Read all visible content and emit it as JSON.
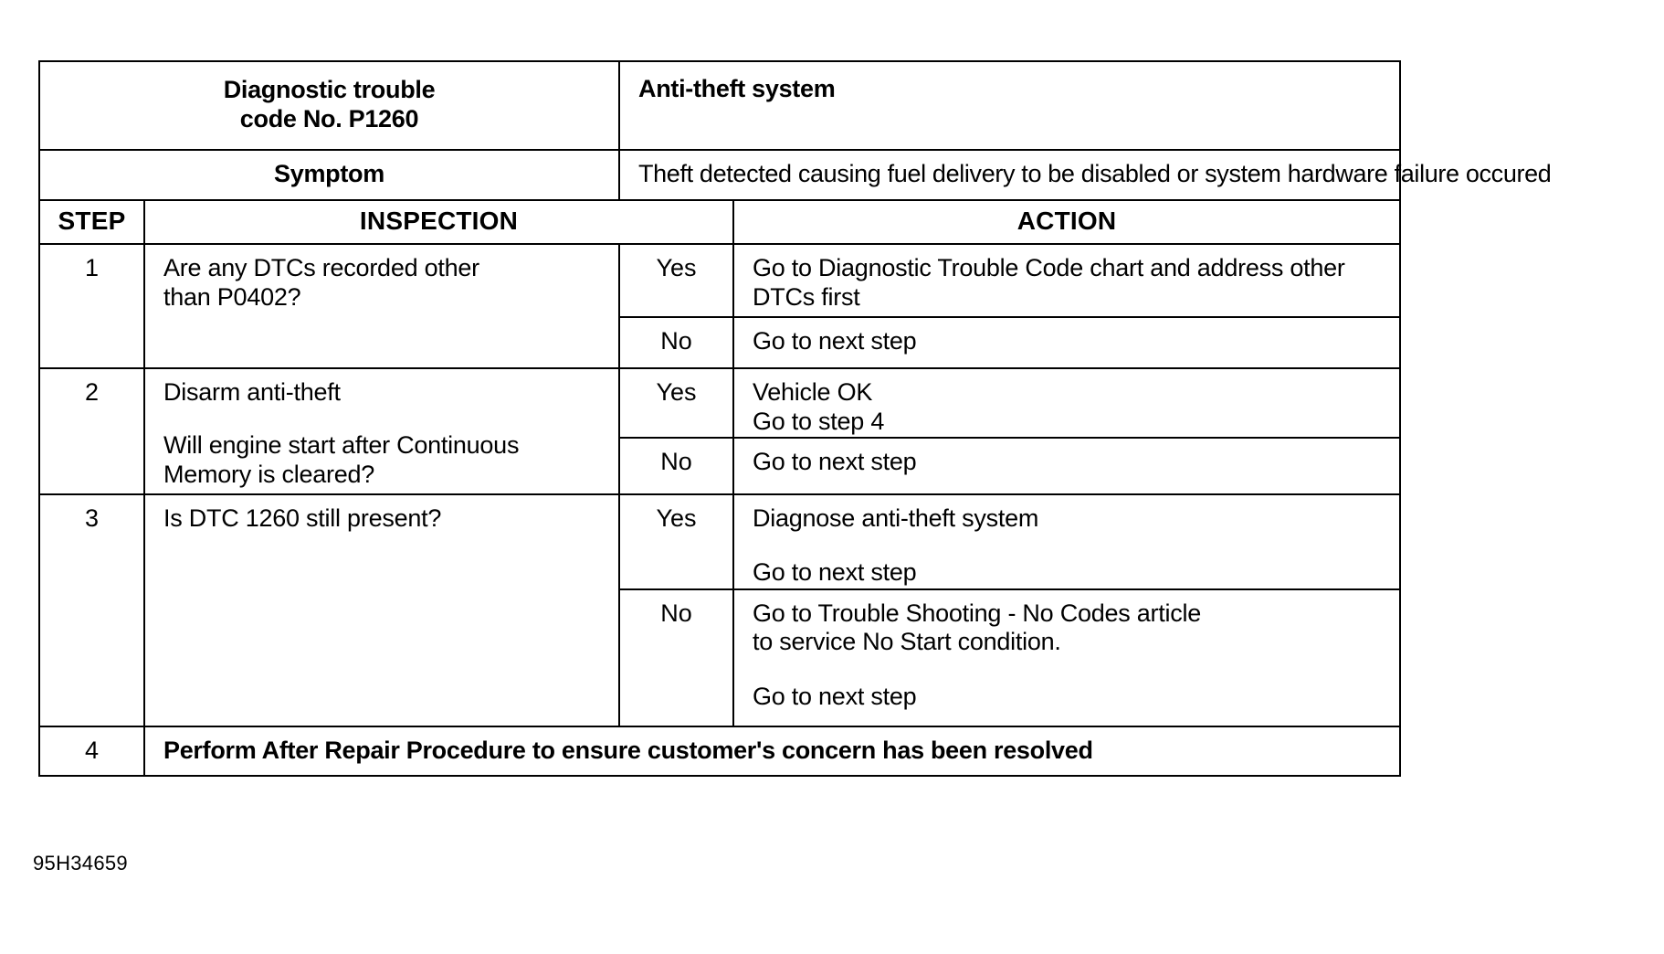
{
  "document": {
    "header": {
      "code_label": "Diagnostic trouble\ncode No. P1260",
      "code_label_line1": "Diagnostic trouble",
      "code_label_line2": "code No. P1260",
      "system": "Anti-theft system",
      "symptom_label": "Symptom",
      "symptom_text": "Theft detected causing fuel delivery to be disabled or system hardware failure occured"
    },
    "columns": {
      "step": "STEP",
      "inspection": "INSPECTION",
      "action": "ACTION"
    },
    "rows": [
      {
        "step": "1",
        "inspection_line1": "Are any DTCs recorded other",
        "inspection_line2": "than P0402?",
        "branches": [
          {
            "answer": "Yes",
            "action_line1": "Go to Diagnostic Trouble Code chart and address other",
            "action_line2": "DTCs first",
            "action_line3": ""
          },
          {
            "answer": "No",
            "action_line1": "Go to next step",
            "action_line2": "",
            "action_line3": ""
          }
        ]
      },
      {
        "step": "2",
        "inspection_line1": "Disarm anti-theft",
        "inspection_line2": "Will engine start after Continuous",
        "inspection_line3": "Memory is cleared?",
        "branches": [
          {
            "answer": "Yes",
            "action_line1": "Vehicle OK",
            "action_line2": "Go to step 4",
            "action_line3": ""
          },
          {
            "answer": "No",
            "action_line1": "Go to next step",
            "action_line2": "",
            "action_line3": ""
          }
        ]
      },
      {
        "step": "3",
        "inspection_line1": "Is DTC 1260 still present?",
        "inspection_line2": "",
        "branches": [
          {
            "answer": "Yes",
            "action_line1": "Diagnose anti-theft system",
            "action_line2": "",
            "action_line3": "Go to next step"
          },
          {
            "answer": "No",
            "action_line1": "Go to Trouble Shooting - No Codes article",
            "action_line2": "to service No Start condition.",
            "action_line3": "Go to next step"
          }
        ]
      }
    ],
    "final_row": {
      "step": "4",
      "text": "Perform After Repair Procedure to ensure customer's concern has been resolved"
    },
    "footer_code": "95H34659"
  }
}
